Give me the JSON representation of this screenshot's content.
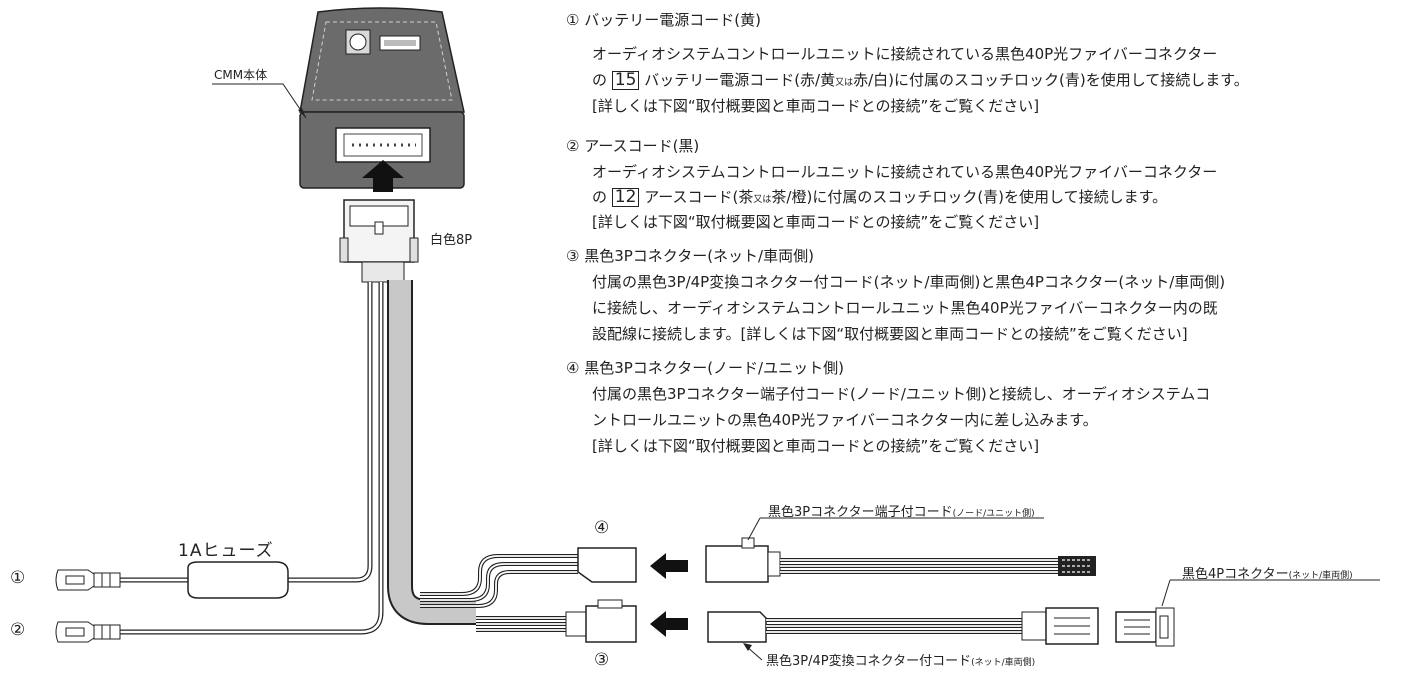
{
  "labels": {
    "cmm_unit": "CMM本体",
    "connector_white8p": "白色8P",
    "fuse": "1Aヒューズ",
    "cord_node_unit": "黒色3Pコネクター端子付コード",
    "cord_node_unit_side": "(ノード/ユニット側)",
    "connector_4p": "黒色4Pコネクター",
    "connector_4p_side": "(ネット/車両側)",
    "cord_conversion": "黒色3P/4P変換コネクター付コード",
    "cord_conversion_side": "(ネット/車両側)"
  },
  "markers": {
    "m1": "①",
    "m2": "②",
    "m3": "③",
    "m4": "④"
  },
  "items": [
    {
      "title": "① バッテリー電源コード(黄)",
      "l1": "オーディオシステムコントロールユニットに接続されている黒色40P光ファイバーコネクター",
      "l2a": "の ",
      "num": "15",
      "l2b": " バッテリー電源コード(赤/黄",
      "l2or": "又は",
      "l2c": "赤/白)に付属のスコッチロック(青)を使用して接続します。",
      "l3": "[詳しくは下図“取付概要図と車両コードとの接続”をご覧ください]"
    },
    {
      "title": "② アースコード(黒)",
      "l1": "オーディオシステムコントロールユニットに接続されている黒色40P光ファイバーコネクター",
      "l2a": "の ",
      "num": "12",
      "l2b": " アースコード(茶",
      "l2or": "又は",
      "l2c": "茶/橙)に付属のスコッチロック(青)を使用して接続します。",
      "l3": "[詳しくは下図“取付概要図と車両コードとの接続”をご覧ください]"
    },
    {
      "title": "③ 黒色3Pコネクター(ネット/車両側)",
      "l1": "付属の黒色3P/4P変換コネクター付コード(ネット/車両側)と黒色4Pコネクター(ネット/車両側)",
      "l2": "に接続し、オーディオシステムコントロールユニット黒色40P光ファイバーコネクター内の既",
      "l3": "設配線に接続します。[詳しくは下図“取付概要図と車両コードとの接続”をご覧ください]"
    },
    {
      "title": "④ 黒色3Pコネクター(ノード/ユニット側)",
      "l1": "付属の黒色3Pコネクター端子付コード(ノード/ユニット側)と接続し、オーディオシステムコ",
      "l2": "ントロールユニットの黒色40P光ファイバーコネクター内に差し込みます。",
      "l3": "[詳しくは下図“取付概要図と車両コードとの接続”をご覧ください]"
    }
  ]
}
